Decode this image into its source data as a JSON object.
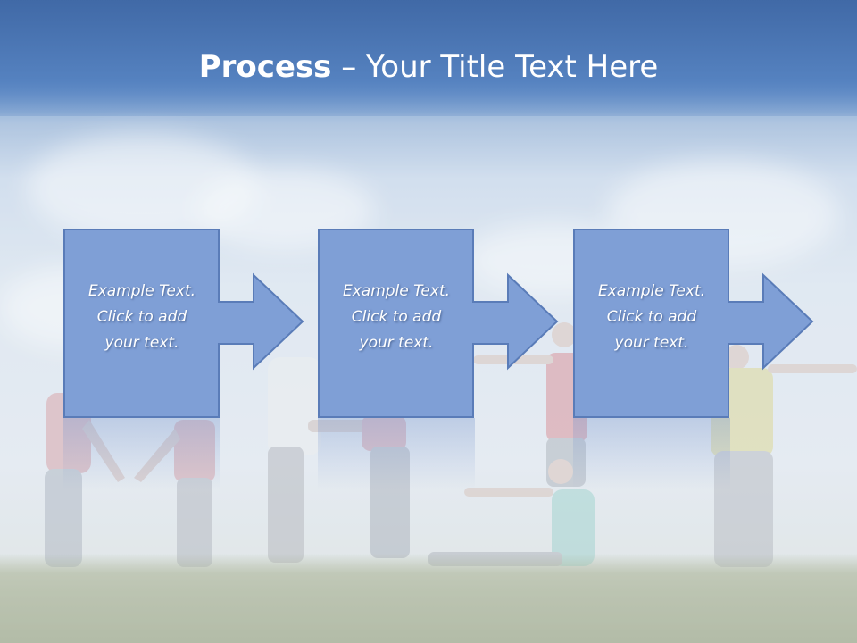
{
  "slide": {
    "title_bold": "Process",
    "title_rest": " – Your Title Text Here"
  },
  "steps": [
    {
      "lines": [
        "Example Text.",
        "Click  to add",
        "your text."
      ]
    },
    {
      "lines": [
        "Example Text.",
        "Click  to add",
        "your text."
      ]
    },
    {
      "lines": [
        "Example Text.",
        "Click  to add",
        "your text."
      ]
    }
  ],
  "colors": {
    "box_fill": "#7f9fd6",
    "box_stroke": "#5a7cb8",
    "title_text": "#ffffff",
    "step_text": "#ffffff"
  }
}
